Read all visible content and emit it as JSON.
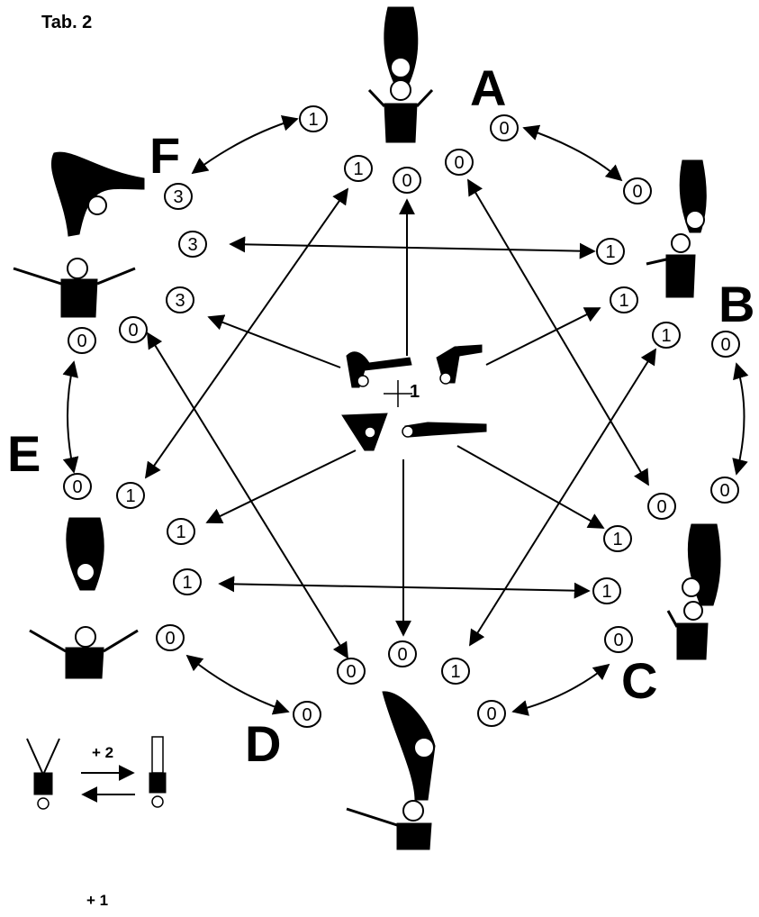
{
  "title": "Tab. 2",
  "groups": {
    "A": "A",
    "B": "B",
    "C": "C",
    "D": "D",
    "E": "E",
    "F": "F"
  },
  "center_label": "1",
  "legend": {
    "up_label": "+ 2",
    "down_label": "+ 1"
  },
  "nodes": {
    "A_outer": "0",
    "A_inner1": "0",
    "A_inner2": "0",
    "B_top": "0",
    "B_mid": "1",
    "B_low": "1",
    "B_in": "1",
    "B_outer": "0",
    "C_top_in": "0",
    "C_outer": "0",
    "C_up": "1",
    "C_mid": "1",
    "C_low": "0",
    "C_bottom": "0",
    "D_left": "0",
    "D_mid": "0",
    "D_right": "1",
    "D_bottom": "0",
    "E_up": "0",
    "E_in": "0",
    "E_low": "0",
    "E_low_in": "1",
    "F_top": "1",
    "F_a": "3",
    "F_b": "3",
    "F_c": "3",
    "F_in": "1",
    "L1": "1",
    "L2": "1",
    "L3": "0"
  }
}
